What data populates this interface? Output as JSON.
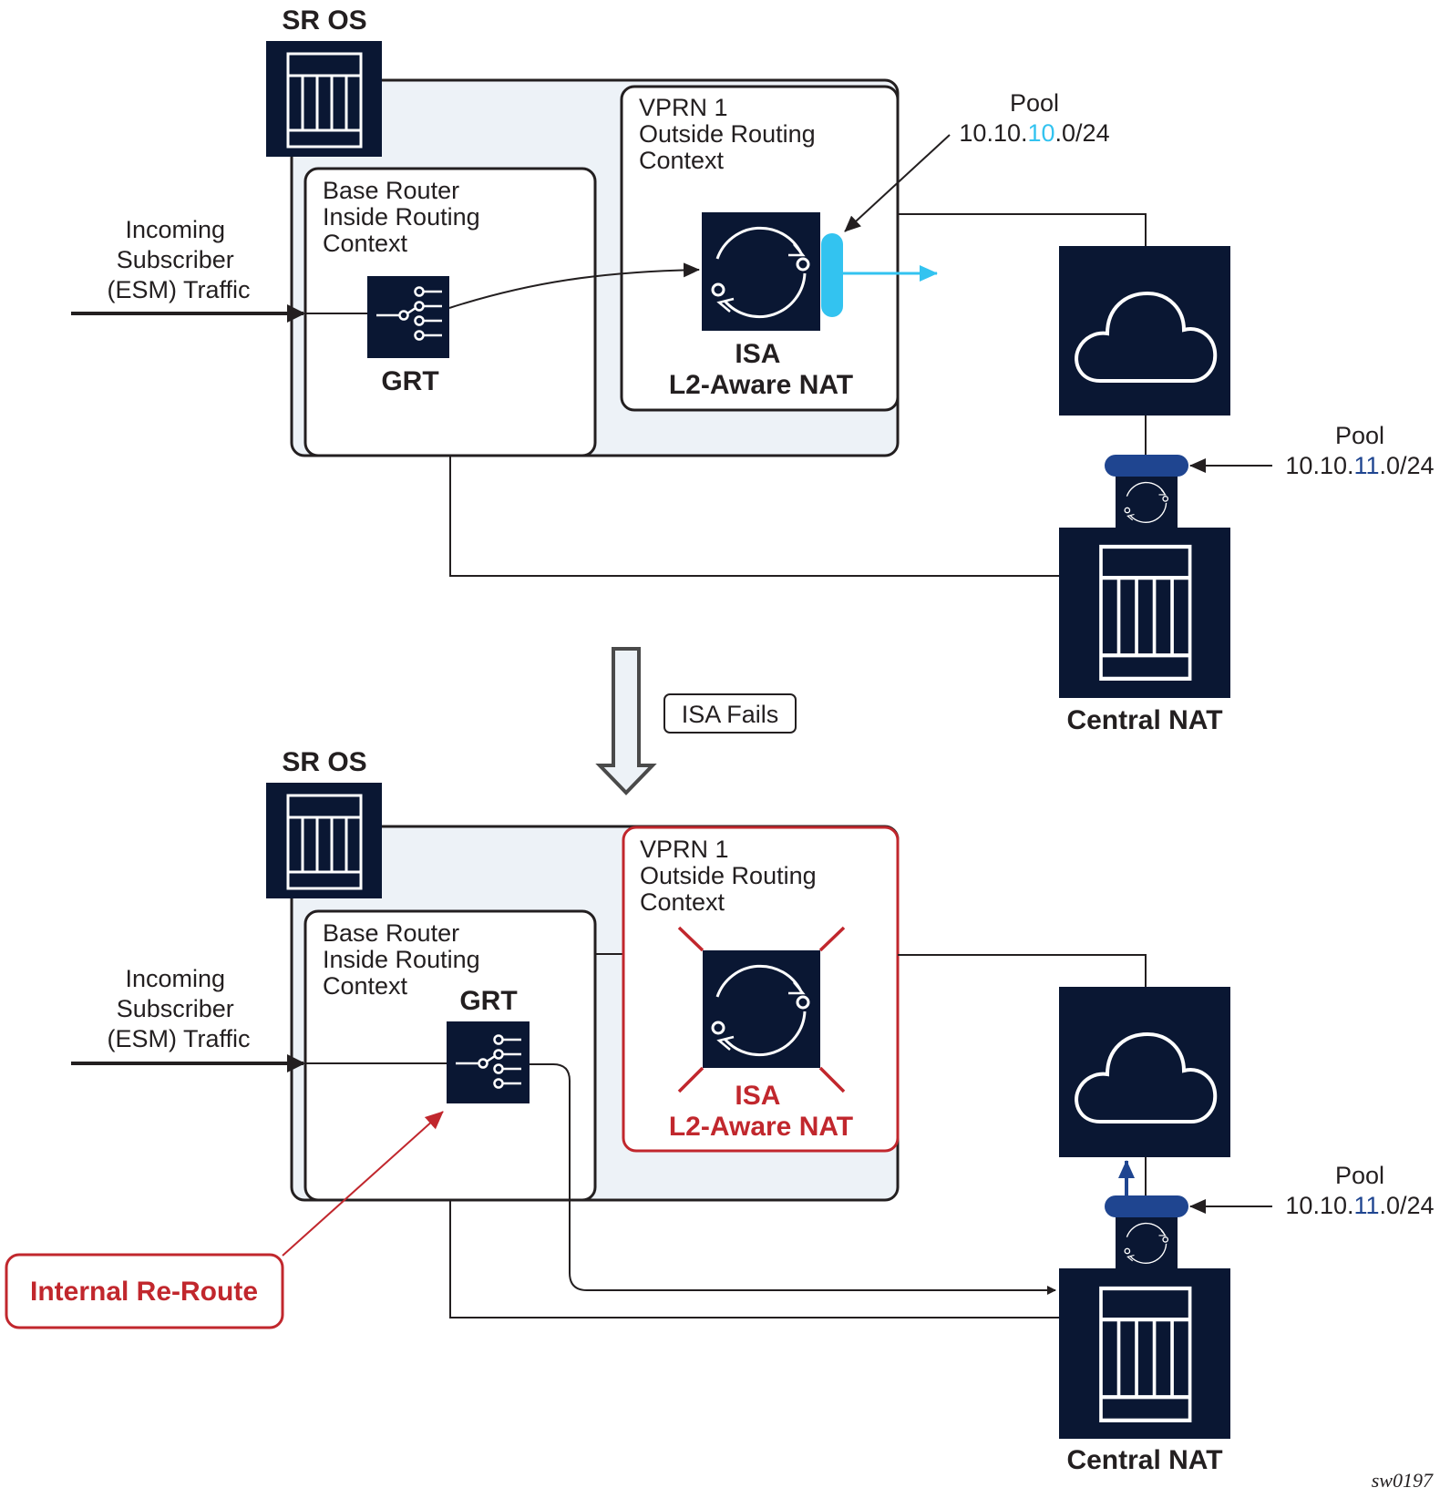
{
  "diagram": {
    "colors": {
      "navy": "#0a1733",
      "frame_fill": "#edf2f7",
      "cyan_pool": "#33c3f0",
      "blue_pool": "#1f4590",
      "red_failure": "#c1272d",
      "text": "#231f20"
    },
    "top": {
      "sros_label": "SR OS",
      "incoming_lines": [
        "Incoming",
        "Subscriber",
        "(ESM) Traffic"
      ],
      "base_router_lines": [
        "Base Router",
        "Inside Routing",
        "Context"
      ],
      "grt_label": "GRT",
      "vprn_lines": [
        "VPRN 1",
        "Outside Routing",
        "Context"
      ],
      "isa_lines": [
        "ISA",
        "L2-Aware NAT"
      ],
      "pool_a": {
        "label": "Pool",
        "prefix": "10.10.",
        "highlight": "10",
        "suffix": ".0/24"
      },
      "pool_b": {
        "label": "Pool",
        "prefix": "10.10.",
        "highlight": "11",
        "suffix": ".0/24"
      },
      "central_nat_label": "Central NAT"
    },
    "transition": {
      "label": "ISA Fails"
    },
    "bottom": {
      "sros_label": "SR OS",
      "incoming_lines": [
        "Incoming",
        "Subscriber",
        "(ESM) Traffic"
      ],
      "base_router_lines": [
        "Base Router",
        "Inside Routing",
        "Context"
      ],
      "grt_label": "GRT",
      "vprn_lines": [
        "VPRN 1",
        "Outside Routing",
        "Context"
      ],
      "isa_lines": [
        "ISA",
        "L2-Aware NAT"
      ],
      "pool_b": {
        "label": "Pool",
        "prefix": "10.10.",
        "highlight": "11",
        "suffix": ".0/24"
      },
      "central_nat_label": "Central NAT",
      "reroute_label": "Internal Re-Route"
    },
    "figure_id": "sw0197"
  }
}
